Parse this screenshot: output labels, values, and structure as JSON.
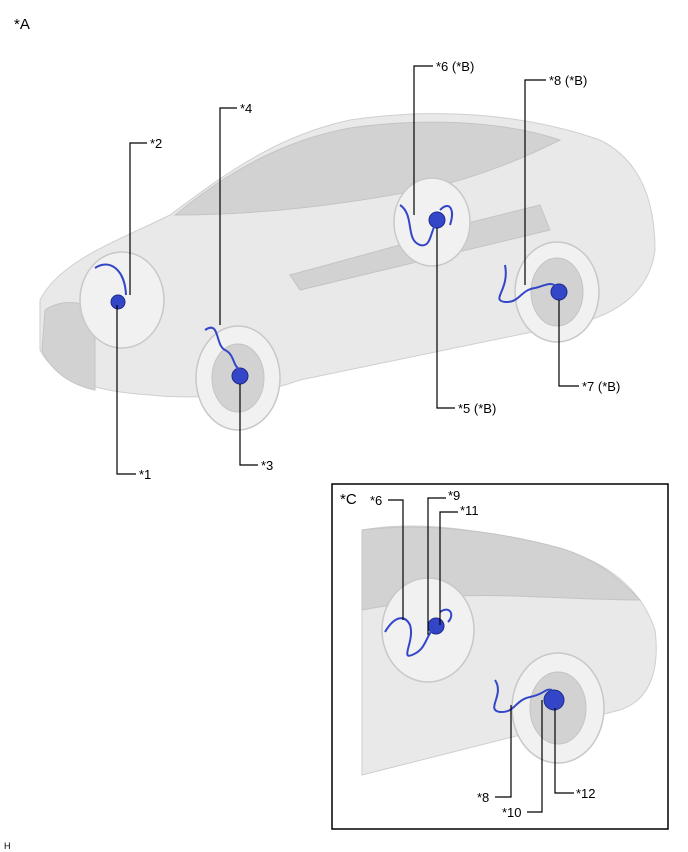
{
  "main_view": {
    "label": "*A",
    "callouts": {
      "c1": "*1",
      "c2": "*2",
      "c3": "*3",
      "c4": "*4",
      "c5": "*5 (*B)",
      "c6": "*6 (*B)",
      "c7": "*7 (*B)",
      "c8": "*8 (*B)"
    }
  },
  "inset_view": {
    "label": "*C",
    "callouts": {
      "c6": "*6",
      "c8": "*8",
      "c9": "*9",
      "c10": "*10",
      "c11": "*11",
      "c12": "*12"
    }
  },
  "footer_code": "H",
  "colors": {
    "sensor": "#3446c8"
  }
}
